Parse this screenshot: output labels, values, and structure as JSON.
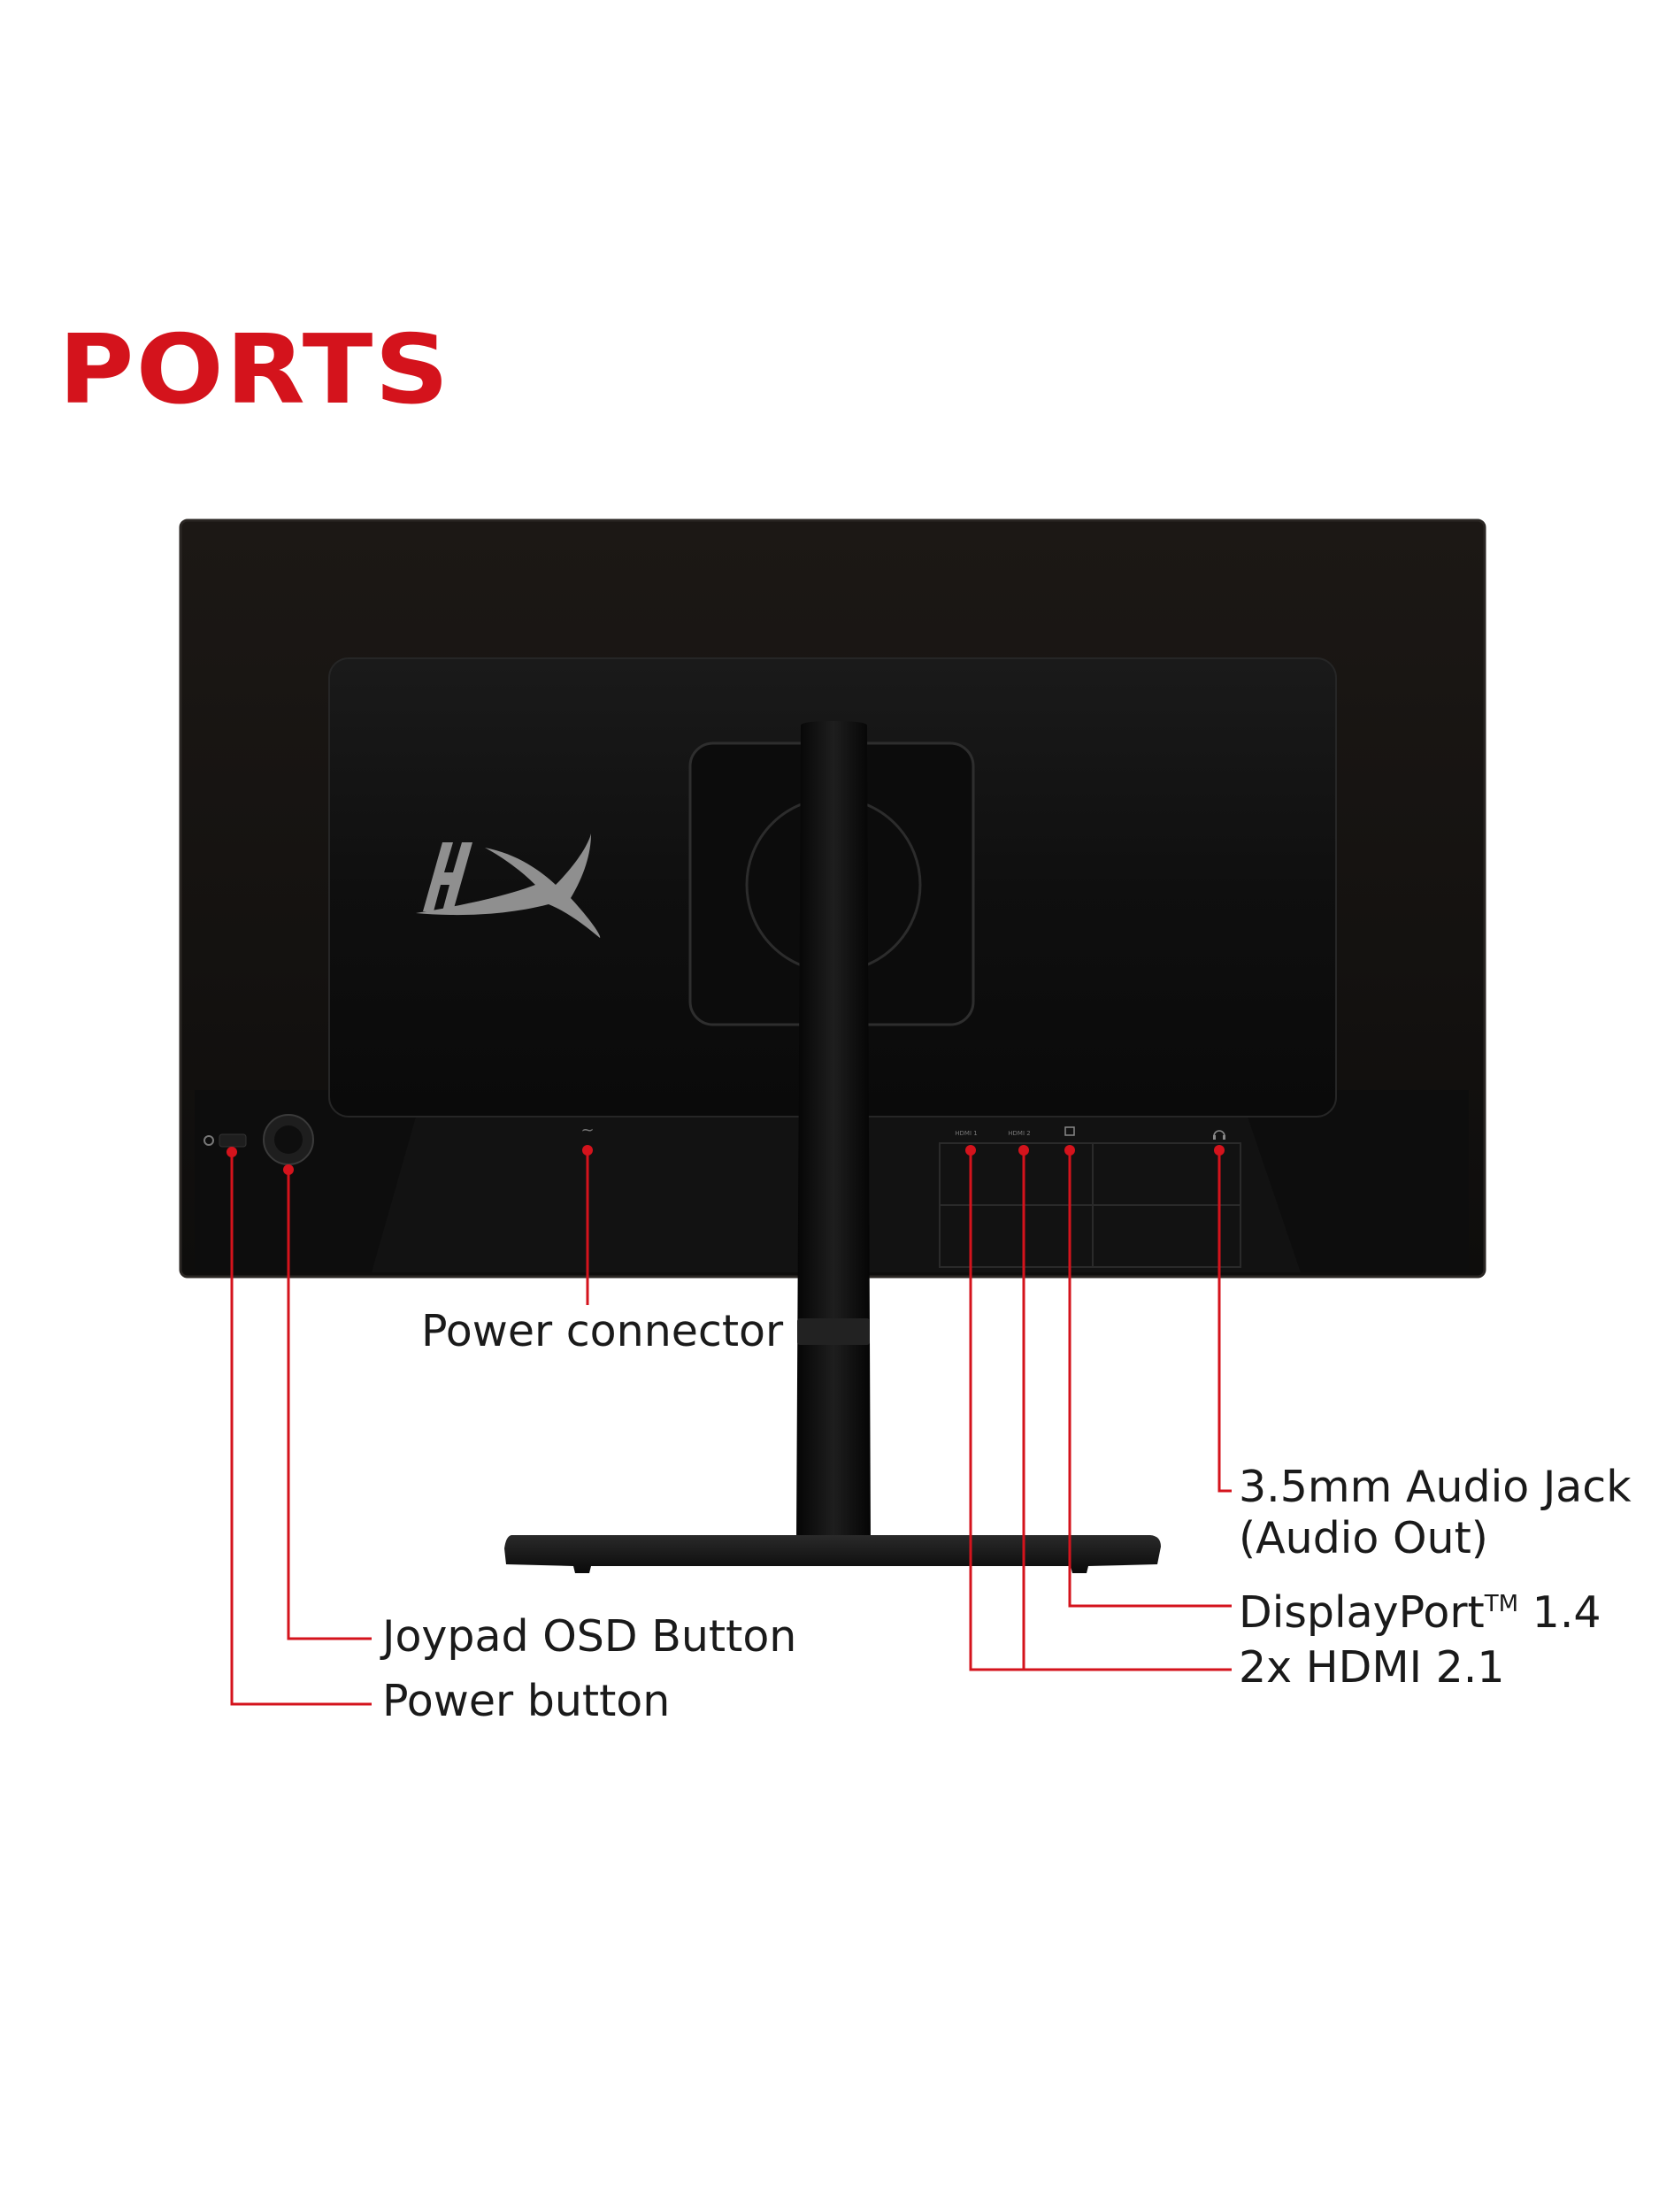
{
  "heading": "PORTS",
  "colors": {
    "accent": "#d4131c",
    "bezel": "#141210",
    "housing": "#101010",
    "logo": "#8a8a8a"
  },
  "logo": {
    "name": "HyperX logo",
    "text": "HX"
  },
  "ports": {
    "power_label": "~",
    "hdmi1_label": "HDMI 1",
    "hdmi2_label": "HDMI 2",
    "dp_icon": "displayport-icon",
    "audio_icon": "headphone-icon"
  },
  "callouts": {
    "power_connector": "Power connector",
    "audio_jack_line1": "3.5mm Audio Jack",
    "audio_jack_line2": "(Audio Out)",
    "displayport": "DisplayPort",
    "displayport_tm": "TM",
    "displayport_version": " 1.4",
    "hdmi": "2x HDMI 2.1",
    "joypad": "Joypad OSD Button",
    "power_button": "Power button"
  }
}
